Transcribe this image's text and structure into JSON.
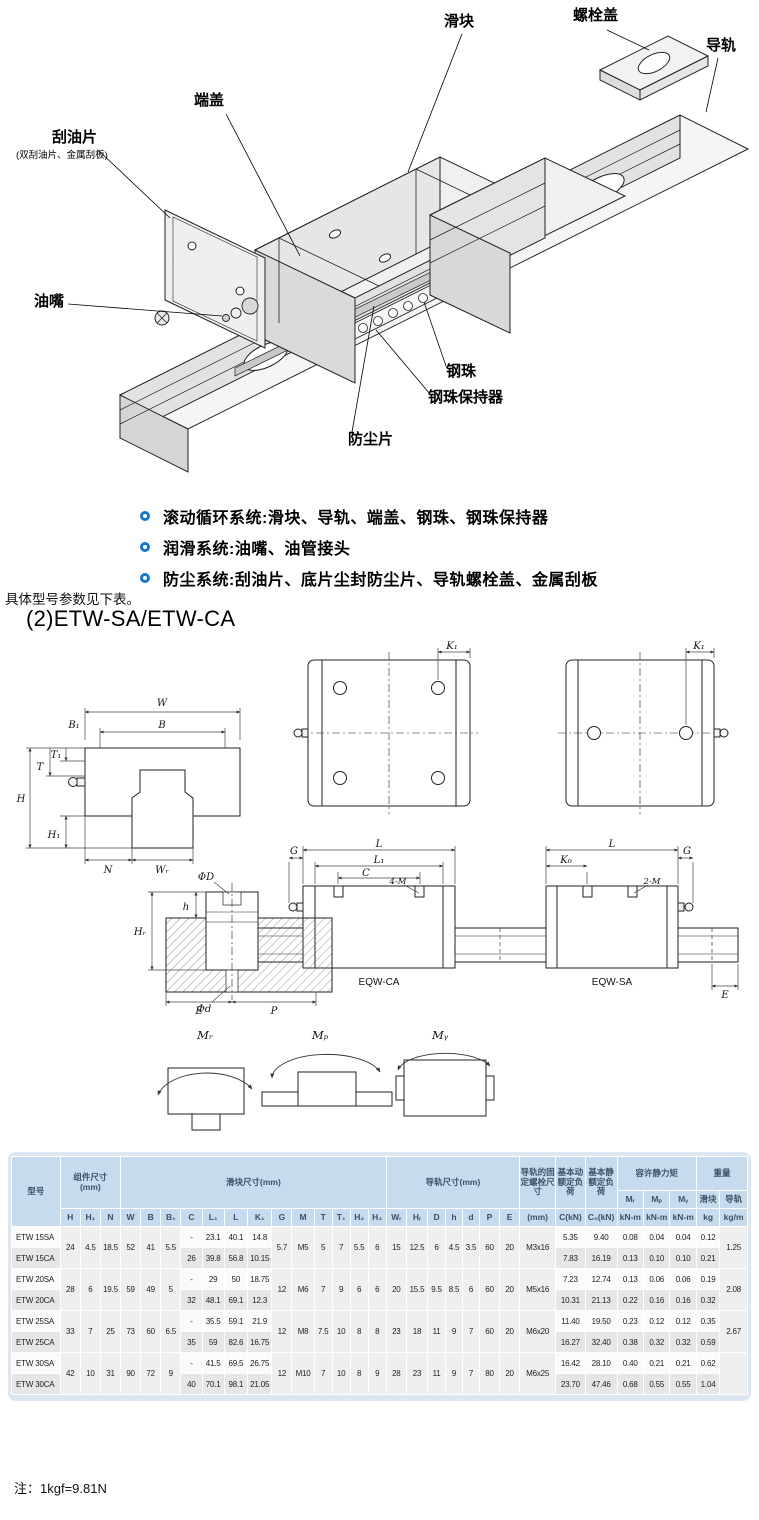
{
  "diagram": {
    "labels": {
      "slider": "滑块",
      "bolt_cover": "螺栓盖",
      "rail": "导轨",
      "end_cap": "端盖",
      "scraper": "刮油片",
      "scraper_sub": "(双刮油片、金属刮板)",
      "grease_nipple": "油嘴",
      "ball": "钢珠",
      "ball_retainer": "钢珠保持器",
      "dust_cover": "防尘片"
    }
  },
  "systems": {
    "items": [
      "滚动循环系统:滑块、导轨、端盖、钢珠、钢珠保持器",
      "润滑系统:油嘴、油管接头",
      "防尘系统:刮油片、底片尘封防尘片、导轨螺栓盖、金属刮板"
    ],
    "note": "具体型号参数见下表。"
  },
  "section": {
    "heading": "(2)ETW-SA/ETW-CA"
  },
  "dims": {
    "W": "W",
    "B": "B",
    "B1": "B₁",
    "T": "T",
    "T1": "T₁",
    "H": "H",
    "H1": "H₁",
    "N": "N",
    "WR": "Wᵣ",
    "K1": "K₁",
    "G": "G",
    "L": "L",
    "L1": "L₁",
    "C": "C",
    "M4": "4-M",
    "M2": "2-M",
    "K0": "K₀",
    "PhiD": "ΦD",
    "Phid": "Φd",
    "h": "h",
    "HR": "Hᵣ",
    "E": "E",
    "P": "P",
    "MR": "Mᵣ",
    "MP": "Mₚ",
    "MY": "Mᵧ",
    "cap_ca": "EQW-CA",
    "cap_sa": "EQW-SA"
  },
  "table": {
    "head": [
      [
        {
          "v": "型号",
          "rs": 3,
          "cls": "model-h"
        },
        {
          "v": "组件尺寸\n(mm)",
          "cs": 3,
          "rs": 2
        },
        {
          "v": "滑块尺寸(mm)",
          "cs": 13,
          "rs": 2
        },
        {
          "v": "导轨尺寸(mm)",
          "cs": 7,
          "rs": 2
        },
        {
          "v": "导轨的固定螺栓尺寸",
          "rs": 2
        },
        {
          "v": "基本动额定负荷",
          "rs": 2
        },
        {
          "v": "基本静额定负荷",
          "rs": 2
        },
        {
          "v": "容许静力矩",
          "cs": 3
        },
        {
          "v": "重量",
          "cs": 2
        }
      ],
      [
        "Mᵣ",
        "Mₚ",
        "Mᵧ",
        "滑块",
        "导轨"
      ],
      [
        "H",
        "H₁",
        "N",
        "W",
        "B",
        "B₁",
        "C",
        "L₁",
        "L",
        "K₁",
        "G",
        "M",
        "T",
        "T₁",
        "H₂",
        "H₃",
        "Wᵣ",
        "Hᵣ",
        "D",
        "h",
        "d",
        "P",
        "E",
        "(mm)",
        "C(kN)",
        "C₀(kN)",
        "kN-m",
        "kN-m",
        "kN-m",
        "kg",
        "kg/m"
      ]
    ],
    "rows": [
      [
        {
          "v": "ETW 15SA",
          "cls": "model"
        },
        {
          "v": "24",
          "rs": 2
        },
        {
          "v": "4.5",
          "rs": 2
        },
        {
          "v": "18.5",
          "rs": 2
        },
        {
          "v": "52",
          "rs": 2
        },
        {
          "v": "41",
          "rs": 2
        },
        {
          "v": "5.5",
          "rs": 2
        },
        "-",
        "23.1",
        "40.1",
        "14.8",
        {
          "v": "5.7",
          "rs": 2
        },
        {
          "v": "M5",
          "rs": 2
        },
        {
          "v": "5",
          "rs": 2
        },
        {
          "v": "7",
          "rs": 2
        },
        {
          "v": "5.5",
          "rs": 2
        },
        {
          "v": "6",
          "rs": 2
        },
        {
          "v": "15",
          "rs": 2
        },
        {
          "v": "12.5",
          "rs": 2
        },
        {
          "v": "6",
          "rs": 2
        },
        {
          "v": "4.5",
          "rs": 2
        },
        {
          "v": "3.5",
          "rs": 2
        },
        {
          "v": "60",
          "rs": 2
        },
        {
          "v": "20",
          "rs": 2
        },
        {
          "v": "M3x16",
          "rs": 2
        },
        "5.35",
        "9.40",
        "0.08",
        "0.04",
        "0.04",
        "0.12",
        {
          "v": "1.25",
          "rs": 2
        }
      ],
      [
        {
          "v": "ETW 15CA",
          "cls": "model"
        },
        "26",
        "39.8",
        "56.8",
        "10.15",
        "7.83",
        "16.19",
        "0.13",
        "0.10",
        "0.10",
        "0.21"
      ],
      [
        {
          "v": "ETW 20SA",
          "cls": "model"
        },
        {
          "v": "28",
          "rs": 2
        },
        {
          "v": "6",
          "rs": 2
        },
        {
          "v": "19.5",
          "rs": 2
        },
        {
          "v": "59",
          "rs": 2
        },
        {
          "v": "49",
          "rs": 2
        },
        {
          "v": "5",
          "rs": 2
        },
        "-",
        "29",
        "50",
        "18.75",
        {
          "v": "12",
          "rs": 2
        },
        {
          "v": "M6",
          "rs": 2
        },
        {
          "v": "7",
          "rs": 2
        },
        {
          "v": "9",
          "rs": 2
        },
        {
          "v": "6",
          "rs": 2
        },
        {
          "v": "6",
          "rs": 2
        },
        {
          "v": "20",
          "rs": 2
        },
        {
          "v": "15.5",
          "rs": 2
        },
        {
          "v": "9.5",
          "rs": 2
        },
        {
          "v": "8.5",
          "rs": 2
        },
        {
          "v": "6",
          "rs": 2
        },
        {
          "v": "60",
          "rs": 2
        },
        {
          "v": "20",
          "rs": 2
        },
        {
          "v": "M5x16",
          "rs": 2
        },
        "7.23",
        "12.74",
        "0.13",
        "0.06",
        "0.06",
        "0.19",
        {
          "v": "2.08",
          "rs": 2
        }
      ],
      [
        {
          "v": "ETW 20CA",
          "cls": "model"
        },
        "32",
        "48.1",
        "69.1",
        "12.3",
        "10.31",
        "21.13",
        "0.22",
        "0.16",
        "0.16",
        "0.32"
      ],
      [
        {
          "v": "ETW 25SA",
          "cls": "model"
        },
        {
          "v": "33",
          "rs": 2
        },
        {
          "v": "7",
          "rs": 2
        },
        {
          "v": "25",
          "rs": 2
        },
        {
          "v": "73",
          "rs": 2
        },
        {
          "v": "60",
          "rs": 2
        },
        {
          "v": "6.5",
          "rs": 2
        },
        "-",
        "35.5",
        "59.1",
        "21.9",
        {
          "v": "12",
          "rs": 2
        },
        {
          "v": "M8",
          "rs": 2
        },
        {
          "v": "7.5",
          "rs": 2
        },
        {
          "v": "10",
          "rs": 2
        },
        {
          "v": "8",
          "rs": 2
        },
        {
          "v": "8",
          "rs": 2
        },
        {
          "v": "23",
          "rs": 2
        },
        {
          "v": "18",
          "rs": 2
        },
        {
          "v": "11",
          "rs": 2
        },
        {
          "v": "9",
          "rs": 2
        },
        {
          "v": "7",
          "rs": 2
        },
        {
          "v": "60",
          "rs": 2
        },
        {
          "v": "20",
          "rs": 2
        },
        {
          "v": "M6x20",
          "rs": 2
        },
        "11.40",
        "19.50",
        "0.23",
        "0.12",
        "0.12",
        "0.35",
        {
          "v": "2.67",
          "rs": 2
        }
      ],
      [
        {
          "v": "ETW 25CA",
          "cls": "model"
        },
        "35",
        "59",
        "82.6",
        "16.75",
        "16.27",
        "32.40",
        "0.38",
        "0.32",
        "0.32",
        "0.59"
      ],
      [
        {
          "v": "ETW 30SA",
          "cls": "model"
        },
        {
          "v": "42",
          "rs": 2
        },
        {
          "v": "10",
          "rs": 2
        },
        {
          "v": "31",
          "rs": 2
        },
        {
          "v": "90",
          "rs": 2
        },
        {
          "v": "72",
          "rs": 2
        },
        {
          "v": "9",
          "rs": 2
        },
        "-",
        "41.5",
        "69.5",
        "26.75",
        {
          "v": "12",
          "rs": 2
        },
        {
          "v": "M10",
          "rs": 2
        },
        {
          "v": "7",
          "rs": 2
        },
        {
          "v": "10",
          "rs": 2
        },
        {
          "v": "8",
          "rs": 2
        },
        {
          "v": "9",
          "rs": 2
        },
        {
          "v": "28",
          "rs": 2
        },
        {
          "v": "23",
          "rs": 2
        },
        {
          "v": "11",
          "rs": 2
        },
        {
          "v": "9",
          "rs": 2
        },
        {
          "v": "7",
          "rs": 2
        },
        {
          "v": "80",
          "rs": 2
        },
        {
          "v": "20",
          "rs": 2
        },
        {
          "v": "M6x25",
          "rs": 2
        },
        "16.42",
        "28.10",
        "0.40",
        "0.21",
        "0.21",
        "0.62",
        {
          "v": "",
          "rs": 2
        }
      ],
      [
        {
          "v": "ETW 30CA",
          "cls": "model"
        },
        "40",
        "70.1",
        "98.1",
        "21.05",
        "23.70",
        "47.46",
        "0.68",
        "0.55",
        "0.55",
        "1.04"
      ]
    ]
  },
  "footnote": "注：1kgf=9.81N"
}
